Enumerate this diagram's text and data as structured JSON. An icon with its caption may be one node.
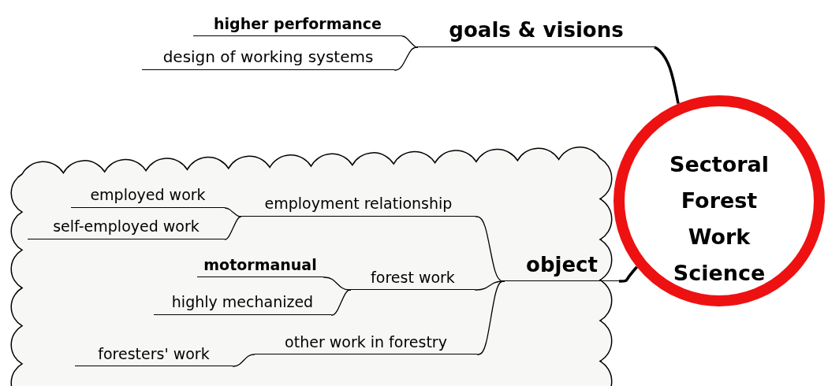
{
  "diagram": {
    "nodes": [
      {
        "text": [
          "Sectoral Forest Work Science"
        ]
      },
      {
        "text": [
          "goals & visions"
        ]
      },
      {
        "text": [
          "higher performance"
        ]
      },
      {
        "text": [
          "design of working systems"
        ]
      },
      {
        "text": [],
        "shape": "cloud"
      },
      {
        "text": [
          "object"
        ],
        "in": 4
      },
      {
        "text": [
          "employment relationship"
        ],
        "in": 4
      },
      {
        "text": [
          "employed work"
        ],
        "in": 4
      },
      {
        "text": [
          "self-employed work"
        ],
        "in": 4
      },
      {
        "text": [
          "forest work"
        ],
        "in": 4
      },
      {
        "text": [
          "motormanual"
        ],
        "in": 4
      },
      {
        "text": [
          "highly mechanized"
        ],
        "in": 4
      },
      {
        "text": [
          "other work in forestry"
        ],
        "in": 4
      },
      {
        "text": [
          "foresters' work"
        ],
        "in": 4
      }
    ],
    "edges": [
      {
        "from": 0,
        "to": 1,
        "arrow": "none",
        "style": "thick"
      },
      {
        "from": 1,
        "to": 2,
        "arrow": "none"
      },
      {
        "from": 1,
        "to": 3,
        "arrow": "none"
      },
      {
        "from": 0,
        "to": 5,
        "arrow": "none",
        "style": "thick"
      },
      {
        "from": 5,
        "to": 6,
        "arrow": "none"
      },
      {
        "from": 5,
        "to": 9,
        "arrow": "none"
      },
      {
        "from": 5,
        "to": 12,
        "arrow": "none"
      },
      {
        "from": 6,
        "to": 7,
        "arrow": "none"
      },
      {
        "from": 6,
        "to": 8,
        "arrow": "none"
      },
      {
        "from": 9,
        "to": 10,
        "arrow": "none"
      },
      {
        "from": 9,
        "to": 11,
        "arrow": "none"
      },
      {
        "from": 12,
        "to": 13,
        "arrow": "none"
      }
    ]
  }
}
